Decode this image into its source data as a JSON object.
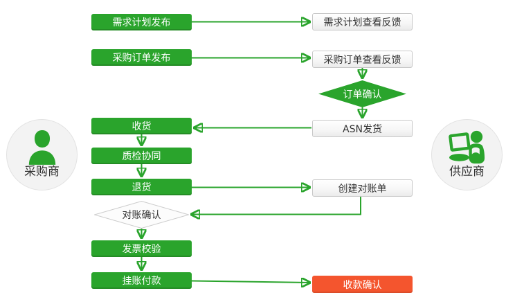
{
  "colors": {
    "process_green": "#2aa42c",
    "confirm_red": "#f4552e",
    "connector_green": "#2aa42c",
    "feedback_box_border": "#c8c8c8",
    "decision_border_gray": "#cccccc",
    "actor_circle_fill": "#f3f3f3",
    "text_dark": "#333333",
    "text_light": "#ffffff",
    "background": "#ffffff"
  },
  "actors": {
    "buyer": {
      "label": "采购商",
      "icon": "person-icon"
    },
    "supplier": {
      "label": "供应商",
      "icon": "person-laptop-icon"
    }
  },
  "nodes": {
    "demand_plan_publish": {
      "label": "需求计划发布",
      "type": "process",
      "color": "green"
    },
    "purchase_order_publish": {
      "label": "采购订单发布",
      "type": "process",
      "color": "green"
    },
    "receiving": {
      "label": "收货",
      "type": "process",
      "color": "green"
    },
    "quality_inspection": {
      "label": "质检协同",
      "type": "process",
      "color": "green"
    },
    "returns": {
      "label": "退货",
      "type": "process",
      "color": "green"
    },
    "statement_confirm": {
      "label": "对账确认",
      "type": "decision",
      "color": "white"
    },
    "invoice_verification": {
      "label": "发票校验",
      "type": "process",
      "color": "green"
    },
    "book_payment": {
      "label": "挂账付款",
      "type": "process",
      "color": "green"
    },
    "demand_plan_feedback": {
      "label": "需求计划查看反馈",
      "type": "process",
      "color": "white"
    },
    "purchase_order_feedback": {
      "label": "采购订单查看反馈",
      "type": "process",
      "color": "white"
    },
    "order_confirm": {
      "label": "订单确认",
      "type": "decision",
      "color": "green"
    },
    "asn_shipping": {
      "label": "ASN发货",
      "type": "process",
      "color": "white"
    },
    "create_statement": {
      "label": "创建对账单",
      "type": "process",
      "color": "white"
    },
    "payment_receipt_confirm": {
      "label": "收款确认",
      "type": "process",
      "color": "red"
    }
  },
  "flows": [
    {
      "from": "demand_plan_publish",
      "to": "demand_plan_feedback"
    },
    {
      "from": "purchase_order_publish",
      "to": "purchase_order_feedback"
    },
    {
      "from": "purchase_order_feedback",
      "to": "order_confirm"
    },
    {
      "from": "order_confirm",
      "to": "asn_shipping"
    },
    {
      "from": "asn_shipping",
      "to": "receiving"
    },
    {
      "from": "receiving",
      "to": "quality_inspection"
    },
    {
      "from": "quality_inspection",
      "to": "returns"
    },
    {
      "from": "returns",
      "to": "create_statement"
    },
    {
      "from": "create_statement",
      "to": "statement_confirm"
    },
    {
      "from": "statement_confirm",
      "to": "invoice_verification"
    },
    {
      "from": "invoice_verification",
      "to": "book_payment"
    },
    {
      "from": "book_payment",
      "to": "payment_receipt_confirm"
    }
  ]
}
